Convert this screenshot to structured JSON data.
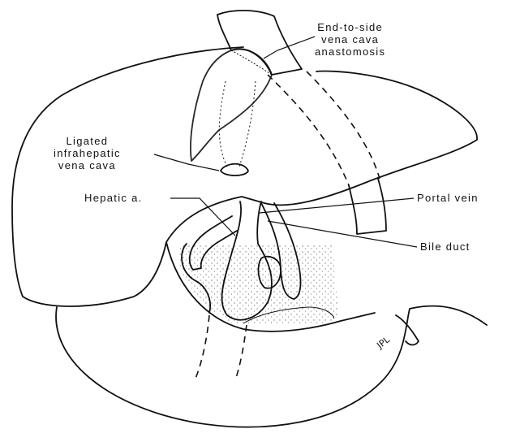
{
  "figure": {
    "labels": {
      "anastomosis": [
        "End-to-side",
        "vena cava",
        "anastomosis"
      ],
      "ligated_cava": [
        "Ligated",
        "infrahepatic",
        "vena cava"
      ],
      "hepatic_artery": "Hepatic a.",
      "portal_vein": "Portal vein",
      "bile_duct": "Bile duct",
      "artist_initials": "JPL"
    }
  }
}
